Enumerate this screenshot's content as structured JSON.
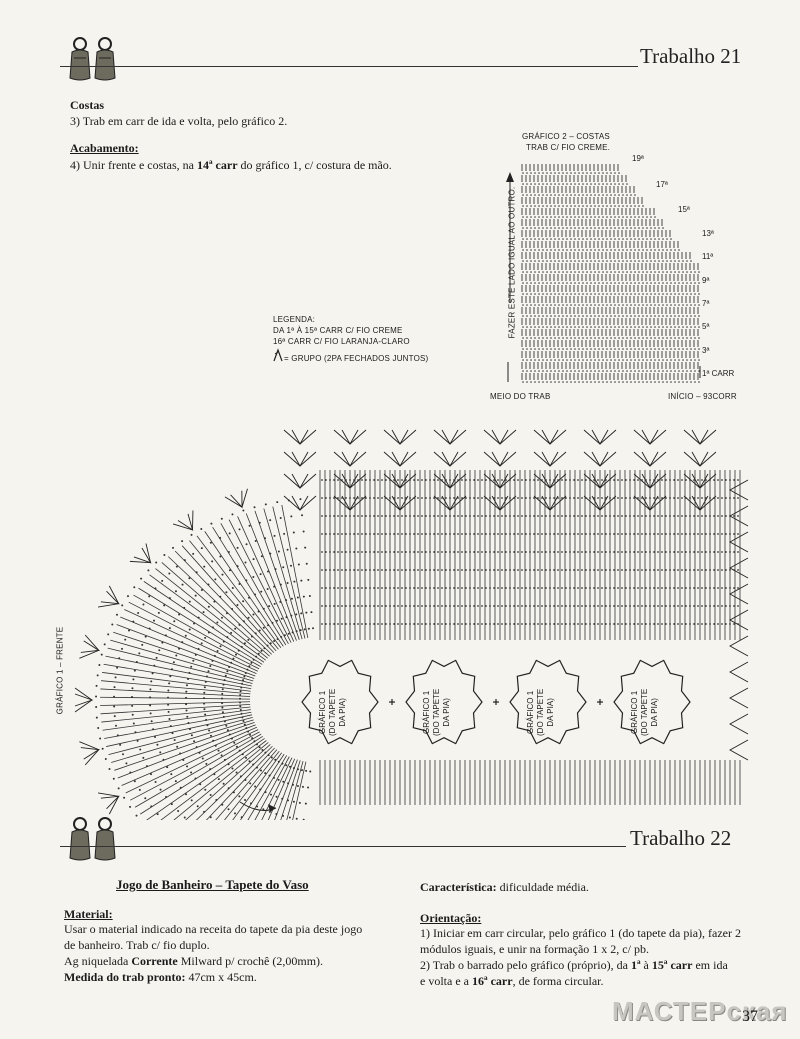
{
  "header1": {
    "title": "Trabalho 21"
  },
  "header2": {
    "title": "Trabalho 22"
  },
  "t21": {
    "costas_head": "Costas",
    "costas_text": "3) Trab em carr de ida e volta, pelo gráfico 2.",
    "acab_head": "Acabamento:",
    "acab_pre": "4) Unir frente e costas, na ",
    "acab_bold": "14ª carr",
    "acab_post": " do gráfico 1, c/ costura de mão."
  },
  "grafico2": {
    "title": "GRÁFICO 2 – COSTAS",
    "subtitle": "TRAB C/ FIO CREME.",
    "side": "FAZER ESTE LADO IGUAL AO OUTRO.",
    "rows": [
      "19ª",
      "17ª",
      "15ª",
      "13ª",
      "11ª",
      "9ª",
      "7ª",
      "5ª",
      "3ª",
      "1ª CARR"
    ],
    "meio": "MEIO DO TRAB",
    "inicio": "INÍCIO – 93CORR"
  },
  "legenda": {
    "title": "LEGENDA:",
    "line1": "DA 1ª À 15ª CARR C/ FIO CREME",
    "line2": "16ª CARR C/ FIO LARANJA-CLARO",
    "line3": "= GRUPO (2PA FECHADOS JUNTOS)"
  },
  "grafico1": {
    "side": "GRÁFICO 1 – FRENTE",
    "medallions": [
      {
        "l1": "GRÁFICO 1",
        "l2": "(DO TAPETE",
        "l3": "DA PIA)"
      },
      {
        "l1": "GRÁFICO 1",
        "l2": "(DO TAPETE",
        "l3": "DA PIA)"
      },
      {
        "l1": "GRÁFICO 1",
        "l2": "(DO TAPETE",
        "l3": "DA PIA)"
      },
      {
        "l1": "GRÁFICO 1",
        "l2": "(DO TAPETE",
        "l3": "DA PIA)"
      }
    ]
  },
  "t22": {
    "title": "Jogo de Banheiro – Tapete do Vaso",
    "material_head": "Material:",
    "material_l1": "Usar o material indicado na receita do tapete da pia deste jogo",
    "material_l2": "de banheiro. Trab c/ fio duplo.",
    "agulha_pre": "Ag niquelada ",
    "agulha_bold": "Corrente",
    "agulha_post": " Milward p/ crochê (2,00mm).",
    "medida_head": "Medida do trab pronto:",
    "medida_val": " 47cm x 45cm.",
    "carac_head": "Característica:",
    "carac_val": " dificuldade média.",
    "orient_head": "Orientação:",
    "o1_l1": "1) Iniciar em carr circular, pelo gráfico 1 (do tapete da pia), fazer 2",
    "o1_l2": "módulos iguais, e unir na formação 1 x 2, c/ pb.",
    "o2_pre": "2) Trab o barrado pelo gráfico (próprio), da ",
    "o2_b1": "1ª",
    "o2_mid": " à ",
    "o2_b2": "15ª carr",
    "o2_post": " em ida",
    "o2_l2_pre": "e volta e a ",
    "o2_l2_bold": "16ª carr",
    "o2_l2_post": ", de forma circular."
  },
  "footer": {
    "page": "37",
    "watermark": "МАСТЕРская"
  }
}
